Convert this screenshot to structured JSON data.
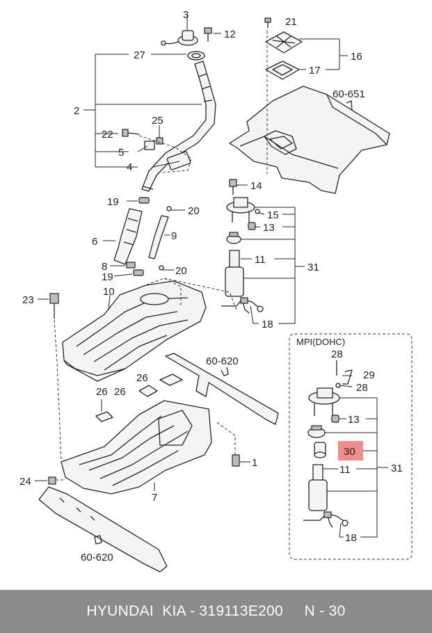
{
  "callouts": {
    "c3": "3",
    "c12": "12",
    "c27": "27",
    "c2": "2",
    "c25": "25",
    "c22": "22",
    "c5": "5",
    "c4": "4",
    "c21": "21",
    "c16": "16",
    "c17": "17",
    "c60_651": "60-651",
    "c14": "14",
    "c15": "15",
    "c13a": "13",
    "c11a": "11",
    "c31a": "31",
    "c18a": "18",
    "c19a": "19",
    "c20a": "20",
    "c6": "6",
    "c9": "9",
    "c8": "8",
    "c19b": "19",
    "c20b": "20",
    "c23": "23",
    "c10": "10",
    "c60_620a": "60-620",
    "c26a": "26",
    "c26b": "26",
    "c26c": "26",
    "c1": "1",
    "c24": "24",
    "c7": "7",
    "c60_620b": "60-620",
    "variant_title": "MPI(DOHC)",
    "c28a": "28",
    "c29": "29",
    "c28b": "28",
    "c13b": "13",
    "c30": "30",
    "c11b": "11",
    "c31b": "31",
    "c18b": "18"
  },
  "highlight": {
    "color": "#f28b8b",
    "part": "30"
  },
  "footer": {
    "brand": "HYUNDAI  KIA - 319113E200",
    "page": "N - 30"
  }
}
